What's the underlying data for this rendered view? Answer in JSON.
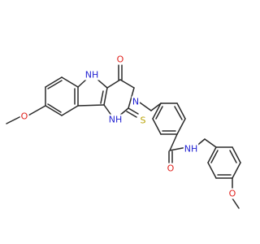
{
  "colors": {
    "bond": "#2a2a2a",
    "N": "#1f1fd1",
    "O": "#e0211c",
    "S": "#b8a100"
  },
  "atoms": {
    "nh_indole": "NH",
    "nh_ring": "NH",
    "n_ring": "N",
    "o_carbonyl_ring": "O",
    "s_thione": "S",
    "o_methoxy_left": "O",
    "o_amide": "O",
    "nh_amide": "NH",
    "o_methoxy_right": "O"
  }
}
